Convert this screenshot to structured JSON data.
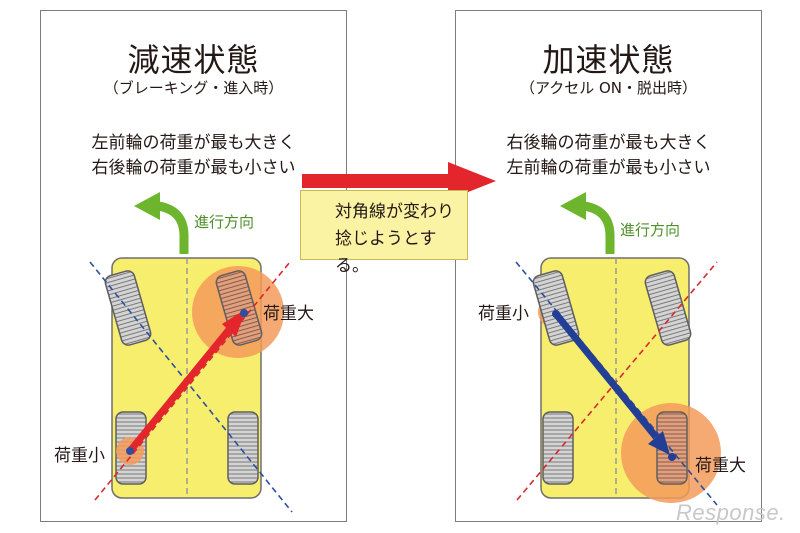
{
  "left": {
    "title": "減速状態",
    "subtitle": "（ブレーキング・進入時）",
    "desc_line1": "左前輪の荷重が最も大きく",
    "desc_line2": "右後輪の荷重が最も小さい",
    "direction_label": "進行方向",
    "heavy_label": "荷重大",
    "light_label": "荷重小"
  },
  "right": {
    "title": "加速状態",
    "subtitle": "（アクセル ON・脱出時）",
    "desc_line1": "右後輪の荷重が最も大きく",
    "desc_line2": "左前輪の荷重が最も小さい",
    "direction_label": "進行方向",
    "heavy_label": "荷重大",
    "light_label": "荷重小"
  },
  "note": {
    "line1": "対角線が変わり",
    "line2": "捻じようとする。"
  },
  "watermark": "Response.",
  "colors": {
    "car_body": "#f7ee6e",
    "arrow_red": "#e3262b",
    "arrow_blue": "#233f95",
    "direction_green": "#6cb52d",
    "load_circle": "#f39a5a",
    "note_bg": "#fbf3a4",
    "diagonal_blue": "#2e4f9e",
    "diagonal_red": "#d9282f"
  }
}
